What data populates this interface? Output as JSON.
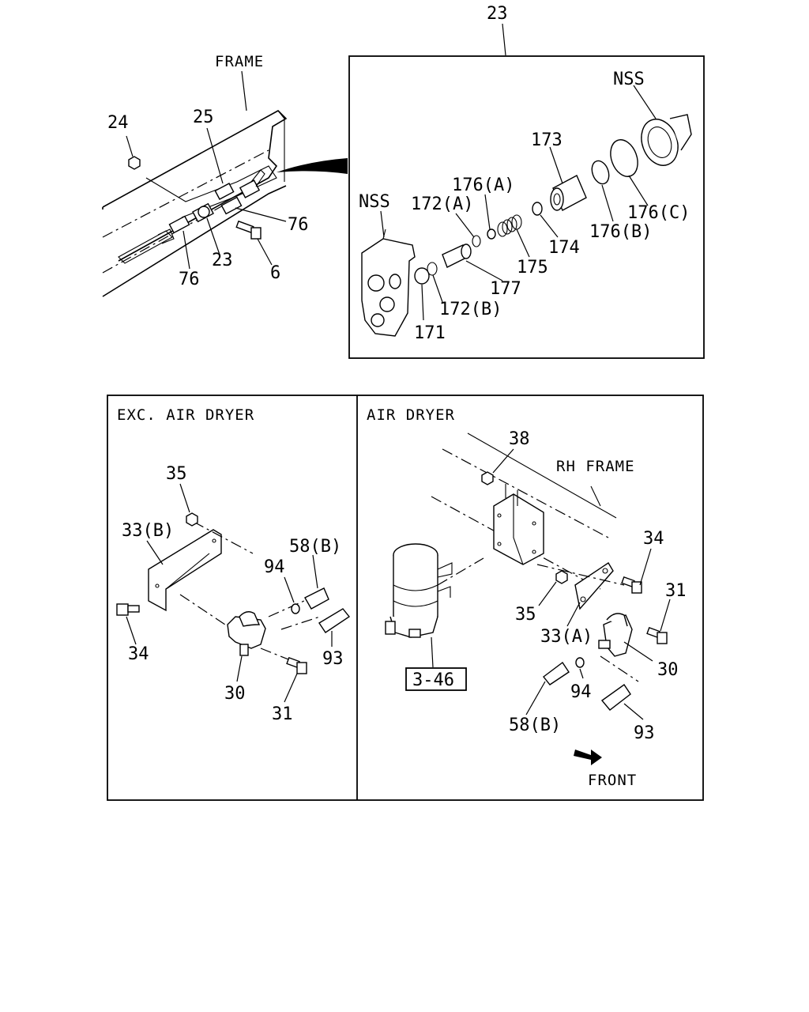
{
  "top": {
    "frame_label": "FRAME",
    "callout_23": "23",
    "labels": {
      "p24": "24",
      "p25": "25",
      "p76a": "76",
      "p76b": "76",
      "p23": "23",
      "p6": "6"
    }
  },
  "detail": {
    "labels": {
      "nss_right": "NSS",
      "nss_left": "NSS",
      "p173": "173",
      "p176a": "176(A)",
      "p172a": "172(A)",
      "p176c": "176(C)",
      "p176b": "176(B)",
      "p174": "174",
      "p175": "175",
      "p177": "177",
      "p172b": "172(B)",
      "p171": "171"
    }
  },
  "exc_air_dryer": {
    "title": "EXC. AIR DRYER",
    "labels": {
      "p35": "35",
      "p33b": "33(B)",
      "p58b": "58(B)",
      "p94": "94",
      "p34": "34",
      "p93": "93",
      "p30": "30",
      "p31": "31"
    }
  },
  "air_dryer": {
    "title": "AIR DRYER",
    "rh_frame": "RH FRAME",
    "ref_box": "3-46",
    "front": "FRONT",
    "labels": {
      "p38": "38",
      "p34": "34",
      "p31": "31",
      "p35": "35",
      "p33a": "33(A)",
      "p30": "30",
      "p94": "94",
      "p58b": "58(B)",
      "p93": "93"
    }
  }
}
